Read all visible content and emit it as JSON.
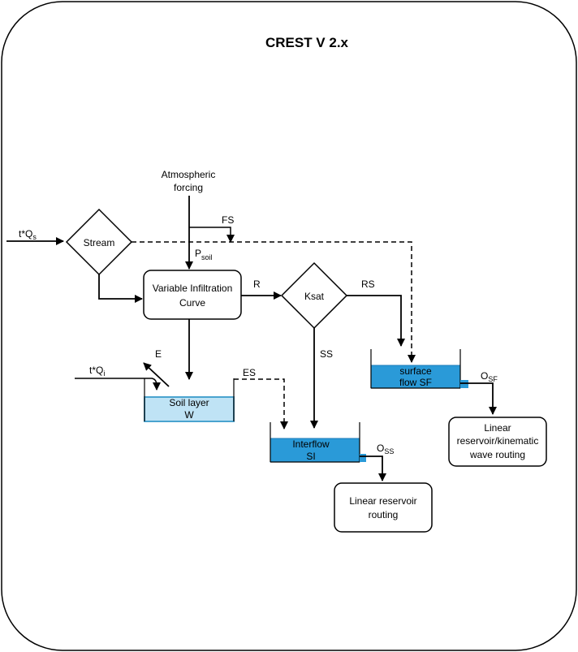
{
  "title": "CREST V 2.x",
  "colors": {
    "water_dark": "#2a9ad8",
    "water_light": "#bfe3f5",
    "line": "#000000"
  },
  "nodes": {
    "atmospheric": {
      "line1": "Atmospheric",
      "line2": "forcing"
    },
    "stream": "Stream",
    "vic": {
      "line1": "Variable Infiltration",
      "line2": "Curve"
    },
    "ksat": "Ksat",
    "soil": {
      "line1": "Soil layer",
      "line2": "W"
    },
    "interflow": {
      "line1": "Interflow",
      "line2": "SI"
    },
    "surface": {
      "line1": "surface",
      "line2": "flow SF"
    },
    "linear_reservoir": {
      "line1": "Linear reservoir",
      "line2": "routing"
    },
    "linear_kinematic": {
      "line1": "Linear",
      "line2": "reservoir/kinematic",
      "line3": "wave routing"
    }
  },
  "labels": {
    "tqs_main": "t*Q",
    "tqs_sub": "s",
    "tqi_main": "t*Q",
    "tqi_sub": "i",
    "fs": "FS",
    "psoil_main": "P",
    "psoil_sub": "soil",
    "r": "R",
    "rs": "RS",
    "ss": "SS",
    "e": "E",
    "es": "ES",
    "oss_main": "O",
    "oss_sub": "SS",
    "osf_main": "O",
    "osf_sub": "SF"
  }
}
